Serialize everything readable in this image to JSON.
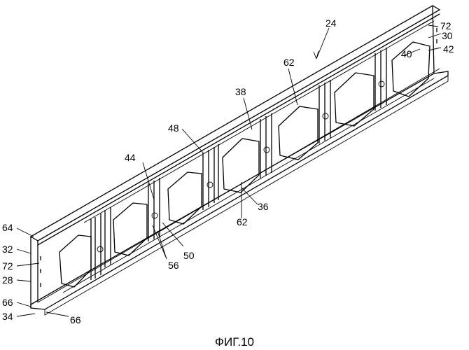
{
  "caption": "ФИГ.10",
  "labels": {
    "n24": "24",
    "n72a": "72",
    "n30": "30",
    "n42": "42",
    "n40": "40",
    "n62a": "62",
    "n38": "38",
    "n48": "48",
    "n44": "44",
    "n36": "36",
    "n62b": "62",
    "n50": "50",
    "n56": "56",
    "n64": "64",
    "n32": "32",
    "n72b": "72",
    "n28": "28",
    "n66a": "66",
    "n34": "34",
    "n66b": "66"
  }
}
